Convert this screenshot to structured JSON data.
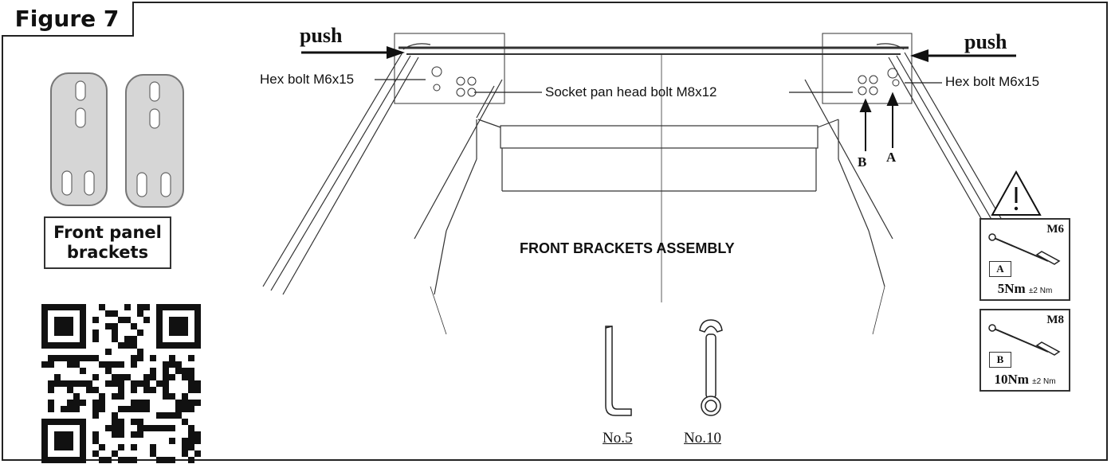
{
  "figure": {
    "label": "Figure 7"
  },
  "brackets": {
    "caption": "Front panel\nbrackets"
  },
  "diagram": {
    "push_left": "push",
    "push_right": "push",
    "hex_bolt_left": "Hex bolt M6x15",
    "hex_bolt_right": "Hex bolt M6x15",
    "socket_bolt": "Socket pan head bolt M8x12",
    "marker_b": "B",
    "marker_a": "A",
    "title": "FRONT BRACKETS ASSEMBLY"
  },
  "tools": {
    "hex_key": "No.5",
    "wrench": "No.10"
  },
  "torque": [
    {
      "size": "M6",
      "letter": "A",
      "value": "5Nm",
      "tolerance": "±2 Nm"
    },
    {
      "size": "M8",
      "letter": "B",
      "value": "10Nm",
      "tolerance": "±2 Nm"
    }
  ],
  "icons": {
    "warning": "warning-triangle-icon",
    "qr": "qr-code-icon"
  }
}
